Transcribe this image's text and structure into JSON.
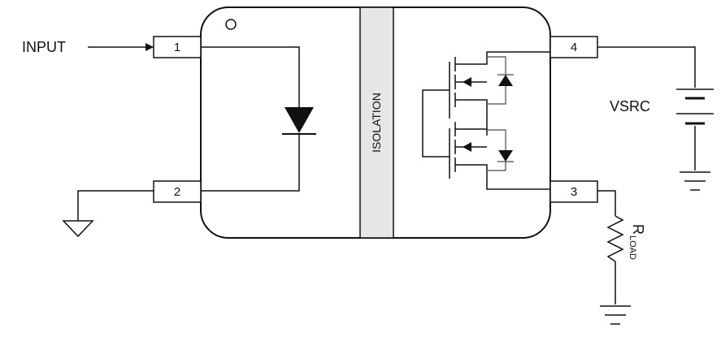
{
  "labels": {
    "input": "INPUT",
    "isolation": "ISOLATION",
    "vsrc": "VSRC",
    "rload_main": "R",
    "rload_sub": "LOAD"
  },
  "pins": {
    "p1": "1",
    "p2": "2",
    "p3": "3",
    "p4": "4"
  },
  "icons": {
    "ground": "ground-icon",
    "led": "led-diode-icon",
    "mosfet": "mosfet-icon",
    "battery": "battery-icon",
    "resistor": "resistor-icon",
    "pin1_marker": "pin1-dot-icon"
  },
  "colors": {
    "line": "#111111",
    "isolation_fill": "#e6e6e6",
    "fet_detail": "#4a4a4a"
  }
}
